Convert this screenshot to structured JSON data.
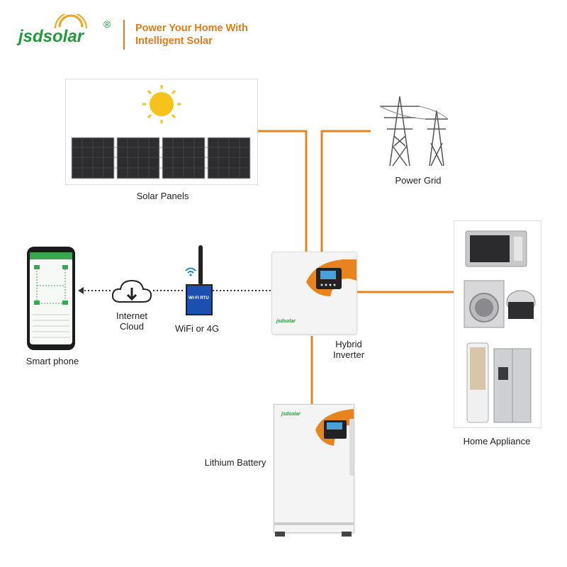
{
  "header": {
    "brand": "jsdsolar",
    "registered_mark": "®",
    "tagline_line1": "Power Your Home With",
    "tagline_line2": "Intelligent Solar",
    "brand_color": "#1f9a3a",
    "accent_color": "#e07b1a"
  },
  "components": {
    "solar_panels": "Solar Panels",
    "power_grid": "Power Grid",
    "home_appliance": "Home Appliance",
    "hybrid_inverter_line1": "Hybrid",
    "hybrid_inverter_line2": "Inverter",
    "lithium_battery": "Lithium Battery",
    "wifi_line1": "WiFi or 4G",
    "cloud_line1": "Internet",
    "cloud_line2": "Cloud",
    "smart_phone": "Smart phone"
  },
  "device_text": {
    "wifi_box": "WI-FI RTU",
    "inverter_logo": "jsdsolar",
    "battery_logo": "jsdsolar"
  },
  "colors": {
    "wire": "#e8841f",
    "sun": "#f7c21a",
    "panel": "#2a2a2a",
    "device_white": "#f4f4f4"
  },
  "icons": [
    "sun-icon",
    "solar-panel-icon",
    "power-tower-icon",
    "cloud-download-icon",
    "wifi-icon",
    "phone-icon"
  ]
}
